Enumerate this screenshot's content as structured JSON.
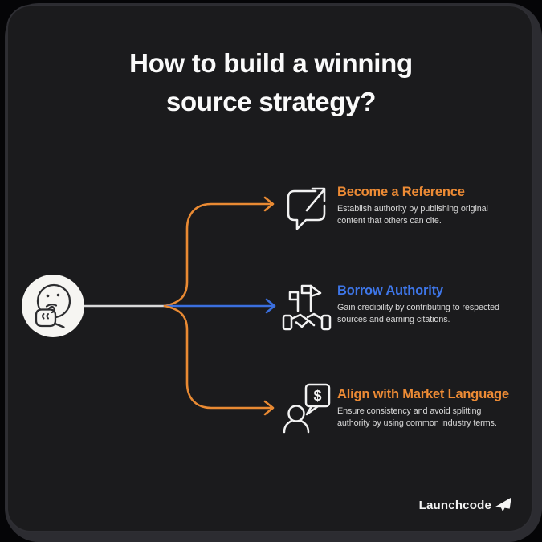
{
  "title": {
    "line1": "How to build a winning",
    "line2": "source strategy?"
  },
  "items": [
    {
      "title": "Become a Reference",
      "desc_lines": [
        "Establish authority by publishing original",
        "content that others can cite."
      ],
      "accent_color": "#ED8B35",
      "icon": "speech-bubble-share-icon"
    },
    {
      "title": "Borrow Authority",
      "desc_lines": [
        "Gain credibility by contributing to respected",
        "sources and earning citations."
      ],
      "accent_color": "#3E76E8",
      "icon": "handshake-flags-icon",
      "icon_glyph": ""
    },
    {
      "title": "Align with Market Language",
      "desc_lines": [
        "Ensure consistency and avoid splitting",
        "authority by using common industry terms."
      ],
      "accent_color": "#ED8B35",
      "icon": "person-dollar-bubble-icon",
      "icon_glyph": "$"
    }
  ],
  "hub_icon": "thinking-face-icon",
  "connectors": {
    "stem_color": "#D9D9D9",
    "top_branch_color": "#E98A33",
    "middle_branch_color": "#3B6FDE",
    "bottom_branch_color": "#E98A33"
  },
  "colors": {
    "page_background": "#050507",
    "card_background": "#1B1B1D",
    "card_border": "#2E2E33",
    "shadow_layer": "#2C2C31",
    "title_text": "#FAFAFA",
    "body_text": "#D8D8D8",
    "accent_orange": "#ED8B35",
    "accent_blue": "#3E76E8",
    "hub_circle_fill": "#F6F5F2"
  },
  "logo": {
    "text": "Launchcode",
    "icon": "paper-plane-icon"
  }
}
